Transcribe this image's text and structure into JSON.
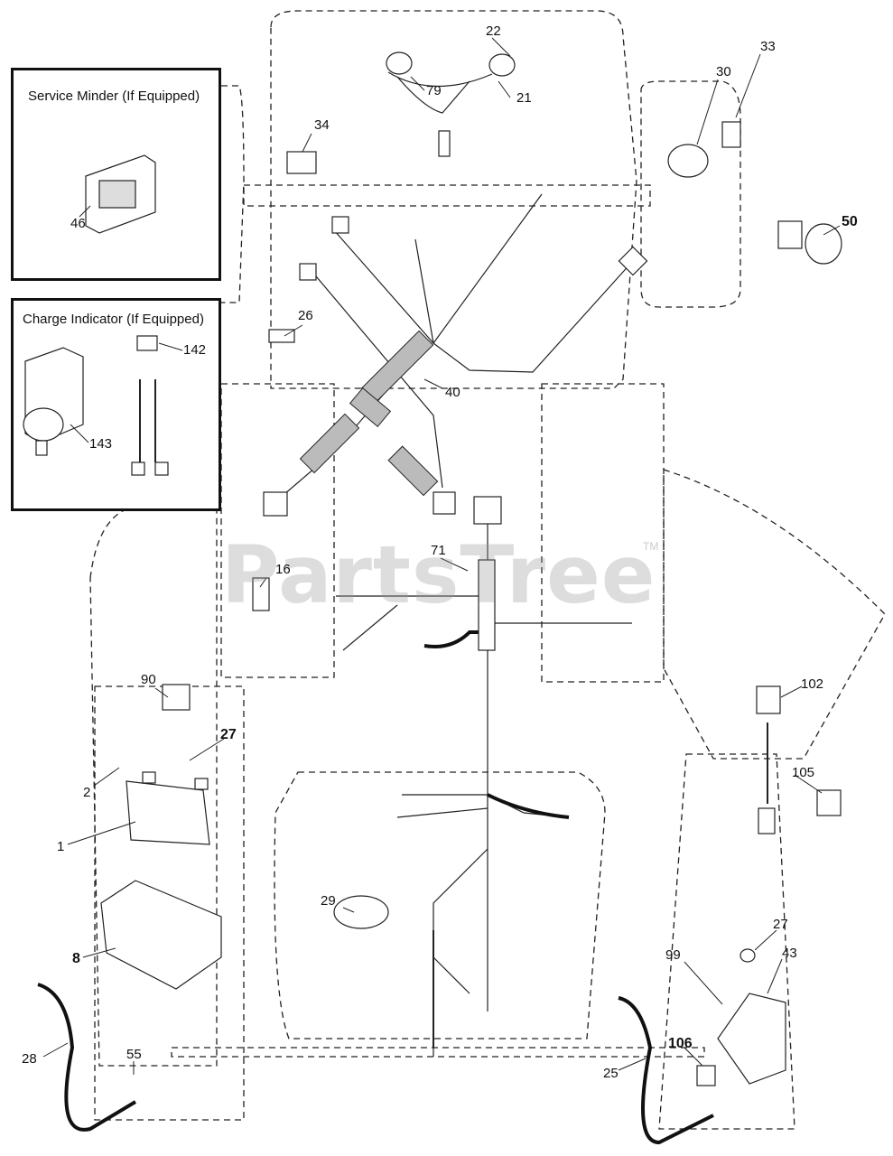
{
  "watermark": {
    "text": "PartsTree",
    "tm": "TM"
  },
  "boxes": {
    "service_minder": {
      "title": "Service Minder (If Equipped)"
    },
    "charge_indicator": {
      "title": "Charge Indicator (If Equipped)"
    }
  },
  "part_labels": {
    "p1": "1",
    "p2": "2",
    "p8": "8",
    "p16": "16",
    "p21": "21",
    "p22": "22",
    "p25": "25",
    "p26": "26",
    "p27a": "27",
    "p27b": "27",
    "p28": "28",
    "p29": "29",
    "p30": "30",
    "p33": "33",
    "p34": "34",
    "p40": "40",
    "p43": "43",
    "p46": "46",
    "p50": "50",
    "p55": "55",
    "p71": "71",
    "p79": "79",
    "p90": "90",
    "p99": "99",
    "p102": "102",
    "p105": "105",
    "p106": "106",
    "p142": "142",
    "p143": "143"
  }
}
